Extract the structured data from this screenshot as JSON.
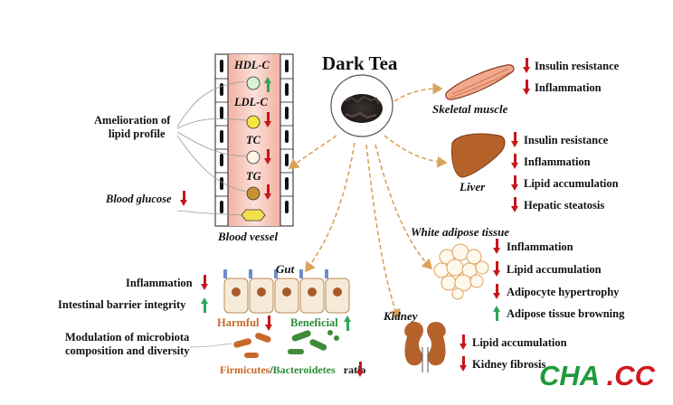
{
  "title": "Dark Tea",
  "blood_vessel": {
    "label": "Blood vessel",
    "markers": [
      "HDL-C",
      "LDL-C",
      "TC",
      "TG"
    ],
    "lipid_label": [
      "Amelioration of",
      "lipid profile"
    ],
    "glucose_label": "Blood glucose"
  },
  "skeletal_muscle": {
    "label": "Skeletal muscle",
    "effects": [
      "Insulin resistance",
      "Inflammation"
    ]
  },
  "liver": {
    "label": "Liver",
    "effects": [
      "Insulin resistance",
      "Inflammation",
      "Lipid accumulation",
      "Hepatic steatosis"
    ]
  },
  "adipose": {
    "label": "White adipose tissue",
    "effects": [
      "Inflammation",
      "Lipid accumulation",
      "Adipocyte hypertrophy",
      "Adipose tissue browning"
    ]
  },
  "kidney": {
    "label": "Kidney",
    "effects": [
      "Lipid accumulation",
      "Kidney fibrosis"
    ]
  },
  "gut": {
    "label": "Gut",
    "inflammation": "Inflammation",
    "barrier": "Intestinal barrier integrity",
    "harmful": "Harmful",
    "beneficial": "Beneficial",
    "microbiota": [
      "Modulation of microbiota",
      "composition and diversity"
    ],
    "firmicutes": "Firmicutes",
    "slash": "/",
    "bacteroidetes": "Bacteroidetes",
    "ratio": "ratio"
  },
  "watermark": "CHA.CC",
  "colors": {
    "down_arrow": "#c6161b",
    "up_arrow": "#2fa65a",
    "dashed_arrow": "#d9a35b",
    "organ_brown": "#b5622a",
    "watermark_green": "#1f9a3c",
    "watermark_red": "#d1181f"
  }
}
